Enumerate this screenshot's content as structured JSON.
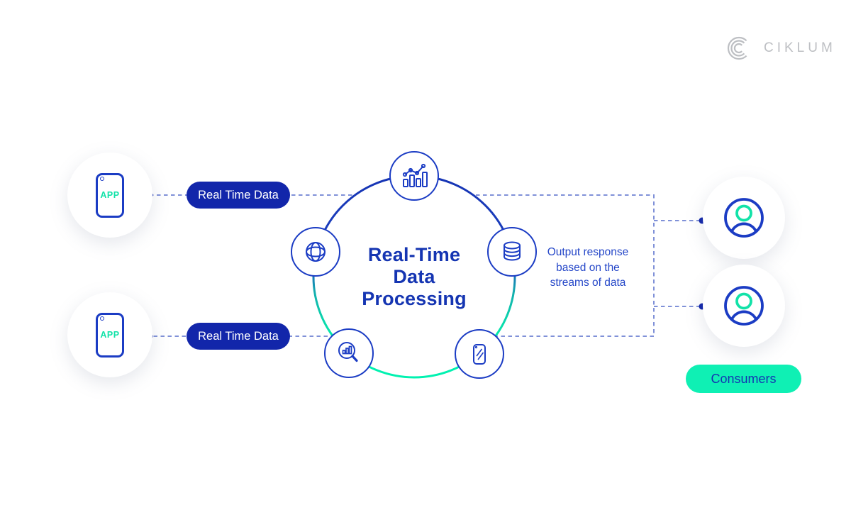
{
  "brand": {
    "logo_text": "CIKLUM"
  },
  "diagram": {
    "title": "Real-Time\nData\nProcessing",
    "sources": [
      {
        "device_label": "APP",
        "connection_label": "Real Time Data"
      },
      {
        "device_label": "APP",
        "connection_label": "Real Time Data"
      }
    ],
    "hub_icons": [
      "analytics-chart-icon",
      "globe-icon",
      "database-icon",
      "search-analytics-icon",
      "mobile-device-icon"
    ],
    "output_note": "Output response based on the streams of data",
    "consumers_label": "Consumers",
    "colors": {
      "primary_blue": "#1226AA",
      "stroke_blue": "#1B3CC4",
      "title_blue": "#1535B2",
      "note_blue": "#2547C8",
      "mint": "#0FF0B4",
      "mint_text": "#12E2A8",
      "dashed_line": "#8091D8",
      "ring_top": "#1634B4",
      "ring_bottom": "#00F2B0",
      "logo_gray": "#BDBFC3",
      "pill_text": "#FFFFFF"
    }
  }
}
